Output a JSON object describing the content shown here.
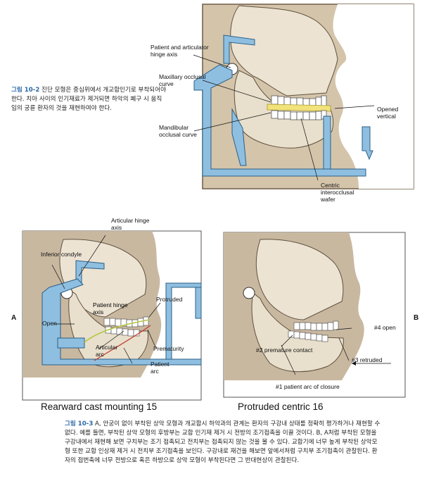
{
  "fig_10_2": {
    "number": "그림 10-2",
    "caption": "진단 모형은 중심위에서 개교합인기로 부착되어야 한다. 치아 사이의 인기재료가 제거되면 하악의 폐구 시 움직임의 궁륜 환자의 것을 재현하여야 한다.",
    "labels": {
      "patient_axis": "Patient and articulator hinge axis",
      "maxillary": "Maxillary occlusal curve",
      "mandibular": "Mandibular occlusal curve",
      "opened": "Opened vertical",
      "wafer": "Centric interocclusal wafer"
    }
  },
  "fig_10_3": {
    "side_a": "A",
    "side_b": "B",
    "labels_a": {
      "articular_axis": "Articular hinge axis",
      "inferior_condyle": "Inferior condyle",
      "patient_hinge": "Patient hinge axis",
      "protruded": "Protruded",
      "open": "Open",
      "prematurity": "Prematurity",
      "articular_arc": "Articular arc",
      "patient_arc": "Patient arc"
    },
    "labels_b": {
      "open4": "#4 open",
      "premature2": "#2 premature contact",
      "retruded3": "#3 retruded",
      "arc1": "#1 patient arc of closure"
    },
    "title_a": "Rearward cast mounting 15",
    "title_b": "Protruded centric 16",
    "number": "그림 10-3",
    "caption": "A, 안궁이 없이 부착된 상악 모형과 개교합시 하악과의 관계는 환자의 구강내 상태를 정확히 평가하거나 재현할 수 없다. 예를 들면, 부착된 상악 모형의 후방부는 교합 인기재 제거 시 전방의 조기접촉을 이끌 것이다. B, A처럼 부착된 모형을 구강내에서 재현해 보면 구치부는 조기 접촉되고 전치부는 접촉되지 않는 것을 볼 수 있다. 교합기에 너무 높게 부착된 상악모형 또한 교합 인상재 제거 시 전치부 조기접촉을 보인다. 구강내로 재건을 해보면 앞에서처럼 구치부 조기접촉이 관찰된다. 환자의 접번축에 너무 전방으로 혹은 하방으로 상악 모형이 부착된다면 그 반대현상이 관찰된다."
  },
  "colors": {
    "skin": "#c9b8a0",
    "bone": "#eee7d8",
    "articulator": "#8fbfe0",
    "wafer": "#f2e27a",
    "figure_number": "#2a66a8",
    "arc_red": "#c0392b",
    "arc_green": "#b4c83c"
  }
}
